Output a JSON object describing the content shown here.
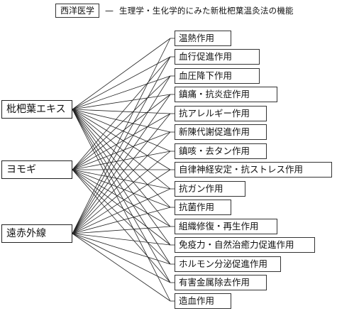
{
  "header": {
    "tag": "西洋医学",
    "dash": "—",
    "text": "生理学・生化学的にみた新枇杷葉温灸法の機能"
  },
  "sources": [
    {
      "label": "枇杷葉エキス"
    },
    {
      "label": "ヨモギ"
    },
    {
      "label": "遠赤外線"
    }
  ],
  "targets": [
    {
      "label": "温熱作用"
    },
    {
      "label": "血行促進作用"
    },
    {
      "label": "血圧降下作用"
    },
    {
      "label": "鎮痛・抗炎症作用"
    },
    {
      "label": "抗アレルギー作用"
    },
    {
      "label": "新陳代謝促進作用"
    },
    {
      "label": "鎮咳・去タン作用"
    },
    {
      "label": "自律神経安定・抗ストレス作用"
    },
    {
      "label": "抗ガン作用"
    },
    {
      "label": "抗菌作用"
    },
    {
      "label": "組織修復・再生作用"
    },
    {
      "label": "免疫力・自然治癒力促進作用"
    },
    {
      "label": "ホルモン分泌促進作用"
    },
    {
      "label": "有害金属除去作用"
    },
    {
      "label": "造血作用"
    }
  ],
  "connections": [
    [
      0,
      0
    ],
    [
      0,
      1
    ],
    [
      0,
      2
    ],
    [
      0,
      3
    ],
    [
      0,
      4
    ],
    [
      0,
      5
    ],
    [
      0,
      6
    ],
    [
      0,
      7
    ],
    [
      0,
      8
    ],
    [
      0,
      9
    ],
    [
      0,
      10
    ],
    [
      0,
      11
    ],
    [
      0,
      12
    ],
    [
      0,
      13
    ],
    [
      0,
      14
    ],
    [
      1,
      1
    ],
    [
      1,
      2
    ],
    [
      1,
      3
    ],
    [
      1,
      4
    ],
    [
      1,
      5
    ],
    [
      1,
      6
    ],
    [
      1,
      7
    ],
    [
      1,
      8
    ],
    [
      1,
      9
    ],
    [
      1,
      10
    ],
    [
      1,
      11
    ],
    [
      1,
      12
    ],
    [
      1,
      13
    ],
    [
      2,
      0
    ],
    [
      2,
      1
    ],
    [
      2,
      2
    ],
    [
      2,
      3
    ],
    [
      2,
      4
    ],
    [
      2,
      5
    ],
    [
      2,
      6
    ],
    [
      2,
      7
    ],
    [
      2,
      8
    ],
    [
      2,
      9
    ],
    [
      2,
      10
    ],
    [
      2,
      11
    ],
    [
      2,
      12
    ],
    [
      2,
      13
    ],
    [
      2,
      14
    ]
  ]
}
